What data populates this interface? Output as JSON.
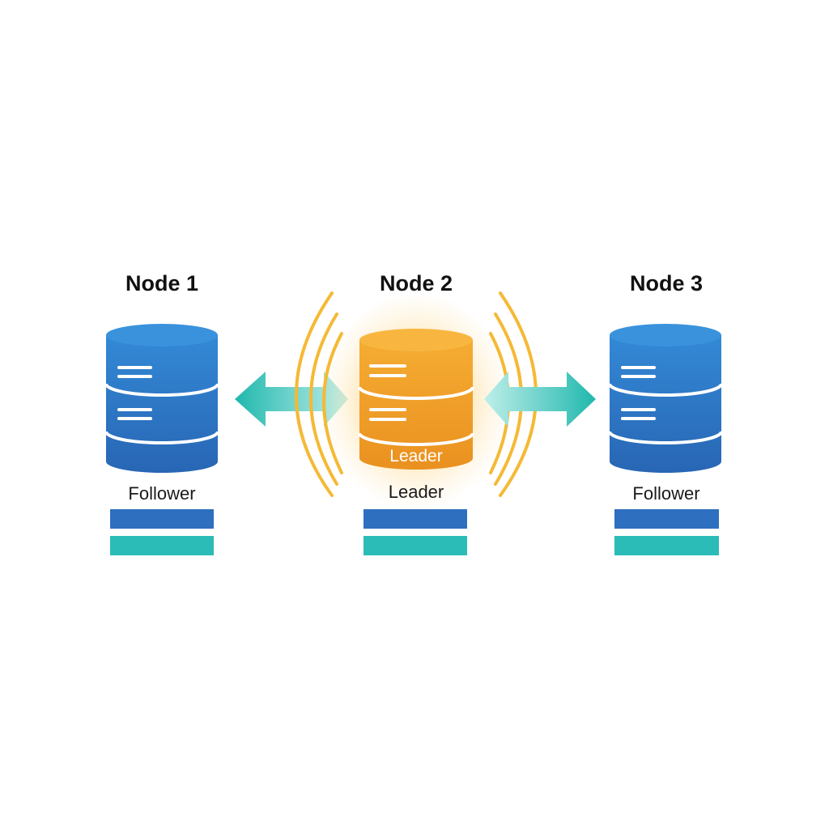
{
  "nodes": [
    {
      "title": "Node 1",
      "role": "Follower"
    },
    {
      "title": "Node 2",
      "role": "Leader",
      "badge": "Leader"
    },
    {
      "title": "Node 3",
      "role": "Follower"
    }
  ],
  "colors": {
    "follower_cylinder": "#2f7fcc",
    "follower_cylinder_dark": "#2566b3",
    "leader_cylinder": "#f2a52a",
    "leader_cylinder_dark": "#e98f1b",
    "leader_glow": "#ffc660",
    "signal_arcs": "#f5b935",
    "arrow": "#2bbfb3",
    "log_bar_blue": "#2e6fbf",
    "log_bar_teal": "#2bbcb7"
  }
}
